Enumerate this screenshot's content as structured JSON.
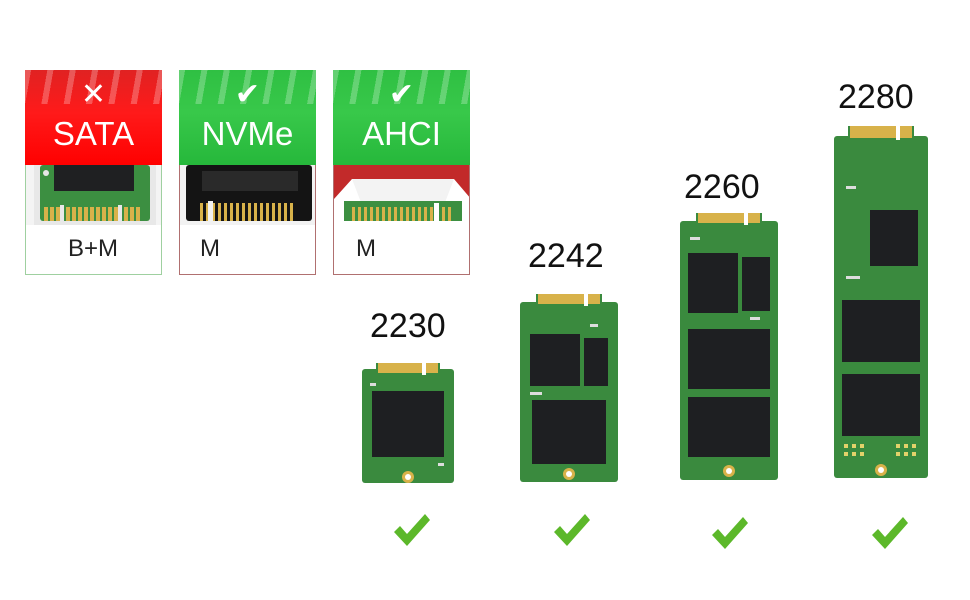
{
  "interfaces": [
    {
      "name": "SATA",
      "status": "unsupported",
      "mark": "✕",
      "key": "B+M"
    },
    {
      "name": "NVMe",
      "status": "supported",
      "mark": "✔",
      "key": "M"
    },
    {
      "name": "AHCI",
      "status": "supported",
      "mark": "✔",
      "key": "M"
    }
  ],
  "sizes": [
    {
      "label": "2230",
      "supported": true
    },
    {
      "label": "2242",
      "supported": true
    },
    {
      "label": "2260",
      "supported": true
    },
    {
      "label": "2280",
      "supported": true
    }
  ],
  "colors": {
    "unsupported": "#ff0000",
    "supported": "#2dbd40",
    "check": "#5cb82a",
    "pcb": "#3a8a3e",
    "chip": "#1e1f22",
    "gold": "#d8b24a"
  }
}
